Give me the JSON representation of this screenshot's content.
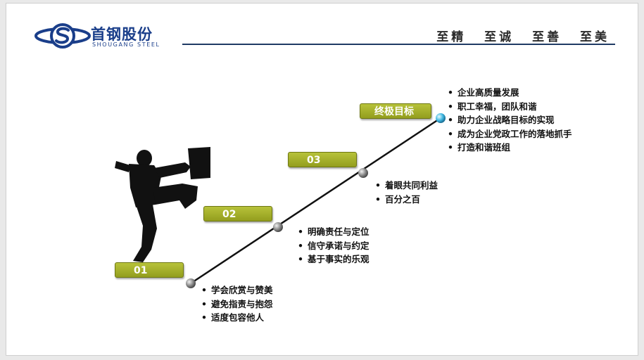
{
  "header": {
    "company_cn": "首钢股份",
    "company_en": "SHOUGANG STEEL",
    "motto": "至精 至诚 至善 至美"
  },
  "steps": [
    {
      "label": "01",
      "bullets": [
        "学会欣赏与赞美",
        "避免指责与抱怨",
        "适度包容他人"
      ]
    },
    {
      "label": "02",
      "bullets": [
        "明确责任与定位",
        "信守承诺与约定",
        "基于事实的乐观"
      ]
    },
    {
      "label": "03",
      "bullets": [
        "着眼共同利益",
        "百分之百"
      ]
    },
    {
      "label": "终极目标",
      "bullets": [
        "企业高质量发展",
        "职工幸福，团队和谐",
        "助力企业战略目标的实现",
        "成为企业党政工作的落地抓手",
        "打造和谐班组"
      ]
    }
  ],
  "colors": {
    "step_green": "#a3ae2a",
    "brand_blue": "#1a3e8a",
    "line": "#111111"
  }
}
